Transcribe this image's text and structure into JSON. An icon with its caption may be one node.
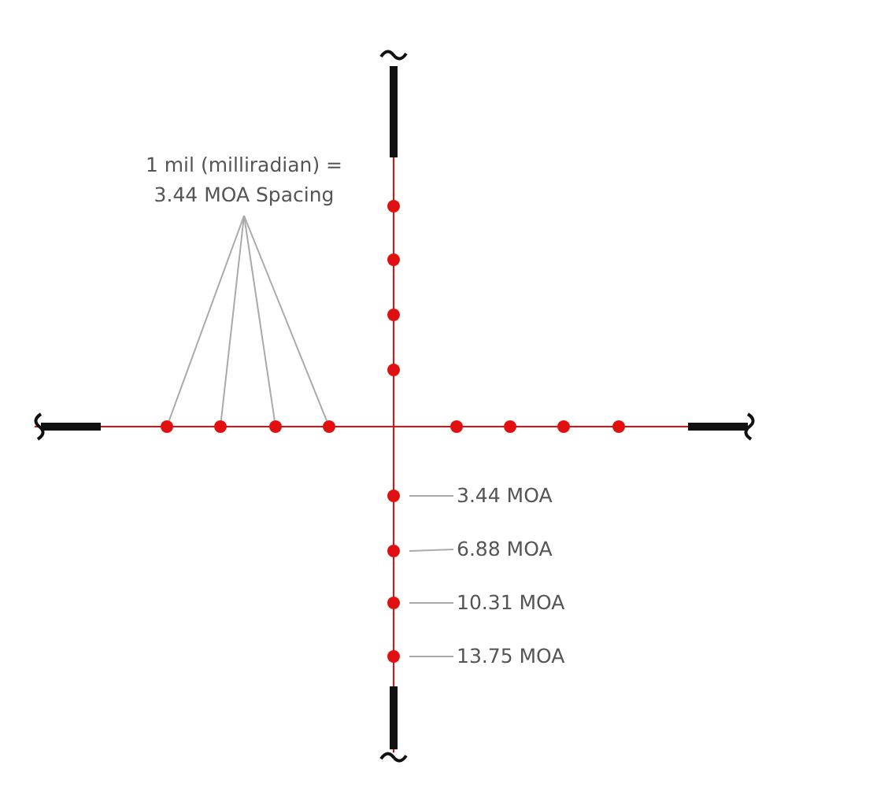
{
  "diagram": {
    "nodes": [
      {
        "text": [
          "1 mil (milliradian) = 3.44 MOA Spacing"
        ]
      },
      {
        "text": [],
        "shape": "circle"
      },
      {
        "text": [],
        "shape": "circle"
      },
      {
        "text": [],
        "shape": "circle"
      },
      {
        "text": [],
        "shape": "circle"
      },
      {
        "text": [
          "3.44 MOA"
        ]
      },
      {
        "text": [
          "6.88 MOA"
        ]
      },
      {
        "text": [
          "10.31 MOA"
        ]
      },
      {
        "text": [
          "13.75 MOA"
        ]
      },
      {
        "text": [],
        "shape": "circle"
      },
      {
        "text": [],
        "shape": "circle"
      },
      {
        "text": [],
        "shape": "circle"
      },
      {
        "text": [],
        "shape": "circle"
      }
    ],
    "edges": [
      {
        "from": 0,
        "to": 1,
        "arrow": "none"
      },
      {
        "from": 0,
        "to": 2,
        "arrow": "none"
      },
      {
        "from": 0,
        "to": 3,
        "arrow": "none"
      },
      {
        "from": 0,
        "to": 4,
        "arrow": "none"
      },
      {
        "from": 5,
        "to": 9,
        "arrow": "none"
      },
      {
        "from": 6,
        "to": 10,
        "arrow": "none"
      },
      {
        "from": 7,
        "to": 11,
        "arrow": "none"
      },
      {
        "from": 8,
        "to": 12,
        "arrow": "none"
      }
    ]
  }
}
